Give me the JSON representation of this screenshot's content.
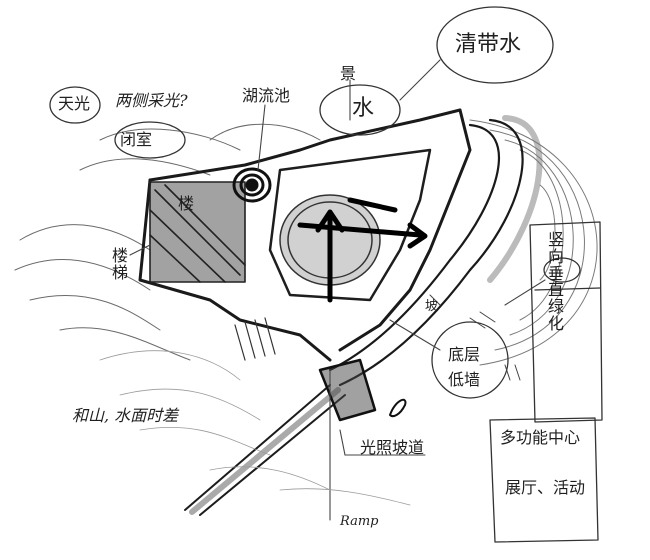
{
  "annotations": {
    "skylight": "天光",
    "sun_question": "两侧采光?",
    "closed_room": "闭室",
    "pond": "湖流池",
    "landscape": "景",
    "water": "水",
    "clear_water": "清带水",
    "tower": "楼",
    "low_wall": "低墙",
    "stairs": "楼梯",
    "ramp": "Ramp",
    "slope": "坡",
    "mountain_note": "和山, 水面时差",
    "light_ramp": "光照坡道",
    "ground_floor": "底层",
    "vertical_garden": "竖向垂直绿化",
    "multi_function": "多功能中心",
    "hall_activity": "展厅、活动"
  }
}
